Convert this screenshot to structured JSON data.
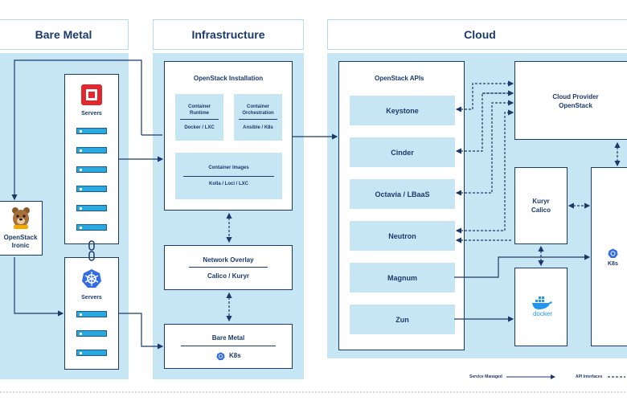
{
  "columns": {
    "bare_metal": "Bare Metal",
    "infrastructure": "Infrastructure",
    "cloud": "Cloud"
  },
  "bare_metal": {
    "server1_title": "Servers",
    "server2_title": "Servers",
    "ironic_label": "OpenStack Ironic",
    "server1_slots": 6,
    "server2_slots": 3
  },
  "infrastructure": {
    "openstack_installation": "OpenStack Installation",
    "runtime_title": "Container Runtime",
    "runtime_value": "Docker / LXC",
    "orchestration_title": "Container Orchestration",
    "orchestration_value": "Ansible / K8s",
    "images_title": "Container Images",
    "images_value": "Kolla / Loci / LXC",
    "network_overlay_title": "Network Overlay",
    "network_overlay_value": "Calico / Kuryr",
    "bare_metal_title": "Bare Metal",
    "bare_metal_value": "K8s"
  },
  "cloud": {
    "apis_title": "OpenStack APIs",
    "apis": [
      "Keystone",
      "Cinder",
      "Octavia / LBaaS",
      "Neutron",
      "Magnum",
      "Zun"
    ],
    "provider": "Cloud Provider OpenStack",
    "kuryr": "Kuryr Calico",
    "k8s": "K8s",
    "docker": "docker"
  },
  "legend": {
    "service_managed": "Service Managed",
    "api_interfaces": "API Interfaces"
  },
  "colors": {
    "navy": "#1b3a6b",
    "panel": "#c7e6f4",
    "slot": "#2aa9e0",
    "openstack_red": "#e0282e",
    "k8s_blue": "#326ce5",
    "docker_blue": "#2496ed"
  }
}
